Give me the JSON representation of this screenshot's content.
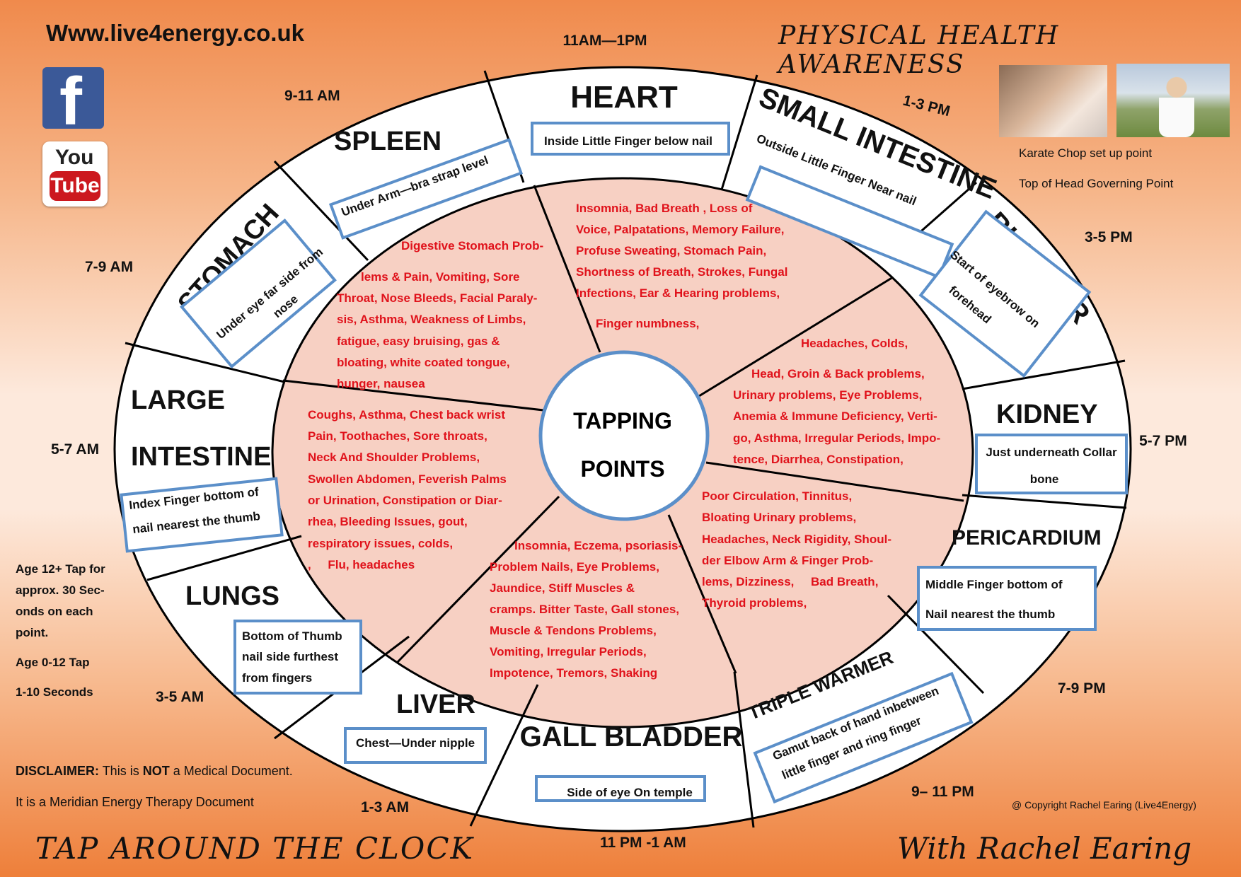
{
  "website": "Www.live4energy.co.uk",
  "title": "PHYSICAL HEALTH AWARENESS",
  "footer_left": "TAP AROUND THE CLOCK",
  "footer_right": "With Rachel Earing",
  "center": {
    "line1": "TAPPING",
    "line2": "POINTS"
  },
  "social": {
    "facebook": "f",
    "youtube_top": "You",
    "youtube_bottom": "Tube"
  },
  "photos": {
    "caption1": "Karate Chop set up point",
    "caption2": "Top of Head Governing Point"
  },
  "age_notes": [
    "Age 12+ Tap for",
    "approx. 30 Sec-",
    "onds on each",
    "point.",
    "Age 0-12 Tap",
    "1-10 Seconds"
  ],
  "disclaimer": {
    "label": "DISCLAIMER:",
    "text1": "This is ",
    "emphasis": "NOT",
    "text2": " a Medical Document.",
    "line2": "It is a Meridian Energy Therapy Document"
  },
  "copyright": "@ Copyright Rachel Earing (Live4Energy)",
  "times": {
    "heart": "11AM—1PM",
    "small_intestine": "1-3 PM",
    "bladder": "3-5 PM",
    "kidney": "5-7 PM",
    "pericardium": "7-9 PM",
    "triple_warmer": "9– 11 PM",
    "gall_bladder": "11 PM -1 AM",
    "liver": "1-3 AM",
    "lungs": "3-5 AM",
    "large_intestine": "5-7 AM",
    "stomach": "7-9 AM",
    "spleen": "9-11 AM"
  },
  "organs": {
    "heart": {
      "name": "HEART",
      "point": "Inside Little Finger below nail"
    },
    "small_intestine": {
      "name": "SMALL INTESTINE",
      "point": "Outside Little Finger  Near nail"
    },
    "bladder": {
      "name": "BLADDER",
      "point1": "Start of eyebrow on",
      "point2": "forehead"
    },
    "kidney": {
      "name": "KIDNEY",
      "point1": "Just underneath Collar",
      "point2": "bone"
    },
    "pericardium": {
      "name": "PERICARDIUM",
      "point1": "Middle Finger bottom of",
      "point2": "Nail nearest the thumb"
    },
    "triple_warmer": {
      "name": "TRIPLE WARMER",
      "point1": "Gamut back of hand inbetween",
      "point2": "little finger and ring finger"
    },
    "gall_bladder": {
      "name": "GALL BLADDER",
      "point": "Side of eye On temple"
    },
    "liver": {
      "name": "LIVER",
      "point": "Chest—Under nipple"
    },
    "lungs": {
      "name": "LUNGS",
      "point1": "Bottom of Thumb",
      "point2": "nail side furthest",
      "point3": "from fingers"
    },
    "large_intestine": {
      "name1": "LARGE",
      "name2": "INTESTINE",
      "point1": "Index Finger bottom of",
      "point2": "nail nearest the thumb"
    },
    "stomach": {
      "name": "STOMACH",
      "point1": "Under eye far side from",
      "point2": "nose"
    },
    "spleen": {
      "name": "SPLEEN",
      "point": "Under Arm—bra strap level"
    }
  },
  "symptoms": {
    "top_right": [
      "Insomnia, Bad Breath , Loss  of",
      "Voice, Palpatations,  Memory Failure,",
      "Profuse Sweating, Stomach Pain,",
      "Shortness of Breath, Strokes,  Fungal",
      "Infections, Ear & Hearing  problems,",
      "",
      "Finger numbness,"
    ],
    "top_left": [
      "Digestive Stomach Prob-",
      "lems & Pain, Vomiting, Sore",
      "Throat, Nose Bleeds, Facial Paraly-",
      "sis,  Asthma, Weakness of Limbs,",
      "fatigue, easy bruising, gas &",
      "bloating, white coated tongue,",
      "hunger, nausea"
    ],
    "right": [
      "Headaches, Colds,",
      "Head, Groin & Back problems,",
      "Urinary problems, Eye Problems,",
      "Anemia & Immune Deficiency, Verti-",
      "go, Asthma, Irregular Periods,  Impo-",
      "tence,  Diarrhea, Constipation,"
    ],
    "left": [
      "Coughs, Asthma, Chest back wrist",
      "Pain, Toothaches, Sore throats,",
      "Neck And Shoulder Problems,",
      "Swollen Abdomen, Feverish Palms",
      "or Urination, Constipation or Diar-",
      "rhea, Bleeding Issues, gout,",
      "respiratory issues, colds,",
      ",     Flu, headaches"
    ],
    "bottom_right": [
      "Poor Circulation, Tinnitus,",
      "Bloating Urinary problems,",
      "Headaches, Neck Rigidity, Shoul-",
      "der Elbow Arm & Finger Prob-",
      "lems, Dizziness,     Bad Breath,",
      "Thyroid problems,"
    ],
    "bottom": [
      "Insomnia, Eczema, psoriasis-",
      "Problem Nails, Eye Problems,",
      "Jaundice, Stiff Muscles &",
      "cramps. Bitter Taste, Gall stones,",
      "Muscle & Tendons Problems,",
      "Vomiting, Irregular Periods,",
      "Impotence, Tremors, Shaking"
    ]
  },
  "colors": {
    "symptom_text": "#e0121b",
    "box_border": "#5b8fc9",
    "inner_fill": "#f7d0c3",
    "outer_ring": "#ffffff",
    "background_orange": "#ee7f3a"
  }
}
